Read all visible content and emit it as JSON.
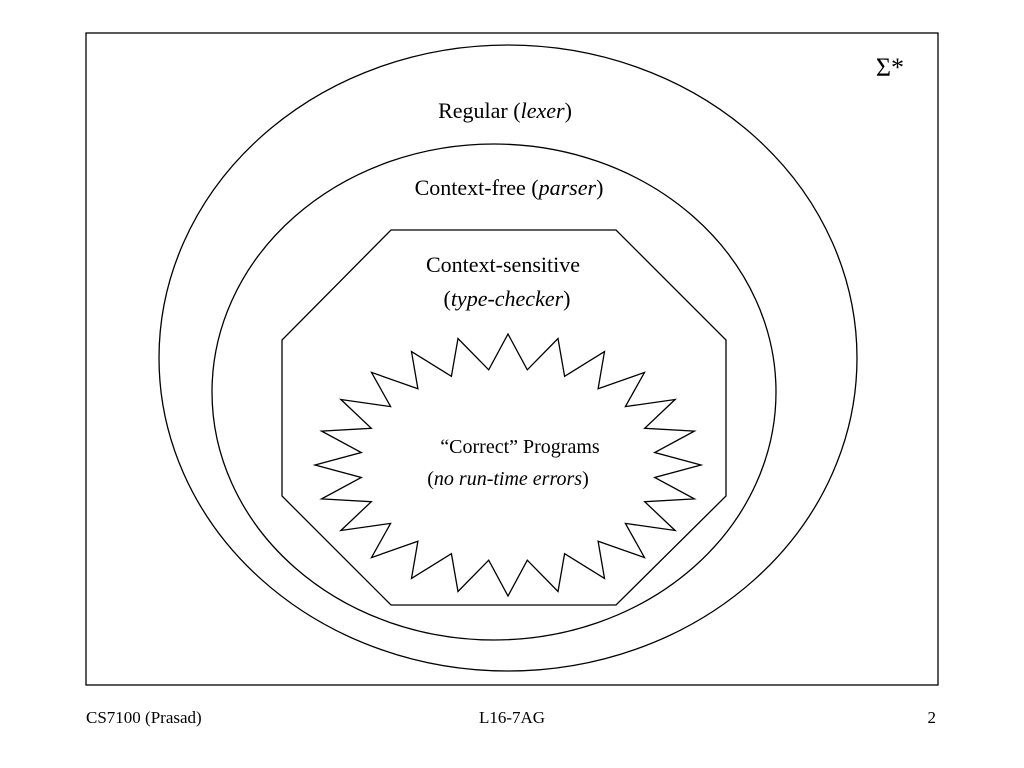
{
  "slide": {
    "universe_label": "Σ*",
    "regular": {
      "name": "Regular",
      "open": " (",
      "tool": "lexer",
      "close": ")"
    },
    "context_free": {
      "name": "Context-free",
      "open": " (",
      "tool": "parser",
      "close": ")"
    },
    "context_sensitive": {
      "name": "Context-sensitive",
      "open": "(",
      "tool": "type-checker",
      "close": ")"
    },
    "correct_programs": {
      "name": "“Correct” Programs",
      "open": "(",
      "tool": "no run-time errors",
      "close": ")"
    }
  },
  "footer": {
    "left": "CS7100 (Prasad)",
    "center": "L16-7AG",
    "right": "2"
  },
  "colors": {
    "stroke": "#000000",
    "background": "#ffffff"
  }
}
